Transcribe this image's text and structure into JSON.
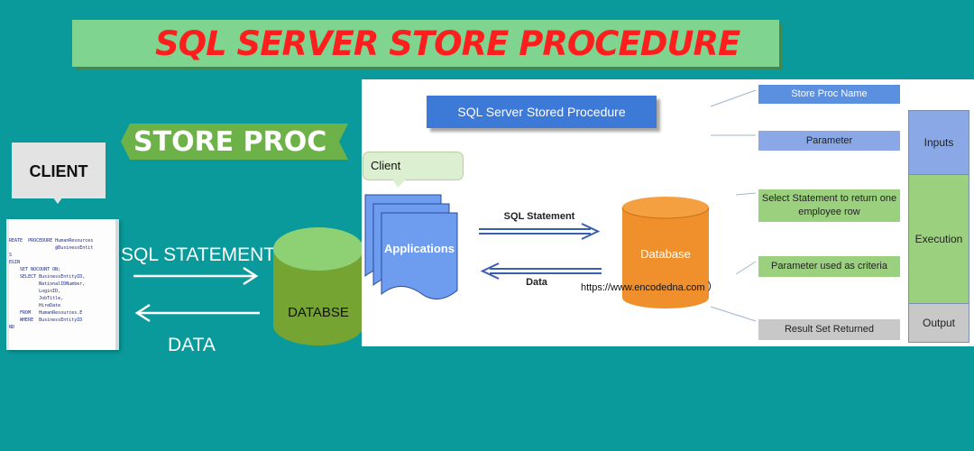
{
  "banner": {
    "title": "SQL SERVER STORE PROCEDURE"
  },
  "tag": {
    "label": "STORE PROC"
  },
  "left": {
    "client_label": "CLIENT",
    "sql_statement_label": "SQL STATEMENT",
    "data_label": "DATA",
    "database_label": "DATABSE",
    "code_lines": [
      "REATE  PROCEDURE HumanResources",
      "                 @BusinessEntit",
      "S",
      "EGIN",
      "    SET NOCOUNT ON;",
      "    SELECT BusinessEntityID,",
      "           NationalIDNumber,",
      "           LoginID,",
      "           JobTitle,",
      "           HireDate",
      "    FROM   HumanResources.E",
      "    WHERE  BusinessEntityID",
      "ND"
    ]
  },
  "diagram": {
    "title": "SQL Server Stored Procedure",
    "client_label": "Client",
    "applications_label": "Applications",
    "sql_statement_label": "SQL Statement",
    "data_label": "Data",
    "database_label": "Database",
    "url": "https://www.encodedna.com",
    "store_proc_name": "Store Proc Name",
    "parameter": "Parameter",
    "select_statement": "Select Statement to return one employee row",
    "parameter_criteria": "Parameter used as criteria",
    "result_set": "Result Set Returned",
    "inputs": "Inputs",
    "execution": "Execution",
    "output": "Output"
  },
  "colors": {
    "background": "#0a9a9b",
    "banner_bg": "#7fd58f",
    "banner_text": "#ff1e1e",
    "tag_bg": "#6db248",
    "left_db_top": "#8ed174",
    "left_db_body": "#76a432",
    "title_box": "#3d7ad8",
    "applications": "#6e9df0",
    "database": "#f0902c",
    "inputs": "#8aa8e6",
    "execution": "#9bd17e",
    "output": "#c8c8c8"
  }
}
